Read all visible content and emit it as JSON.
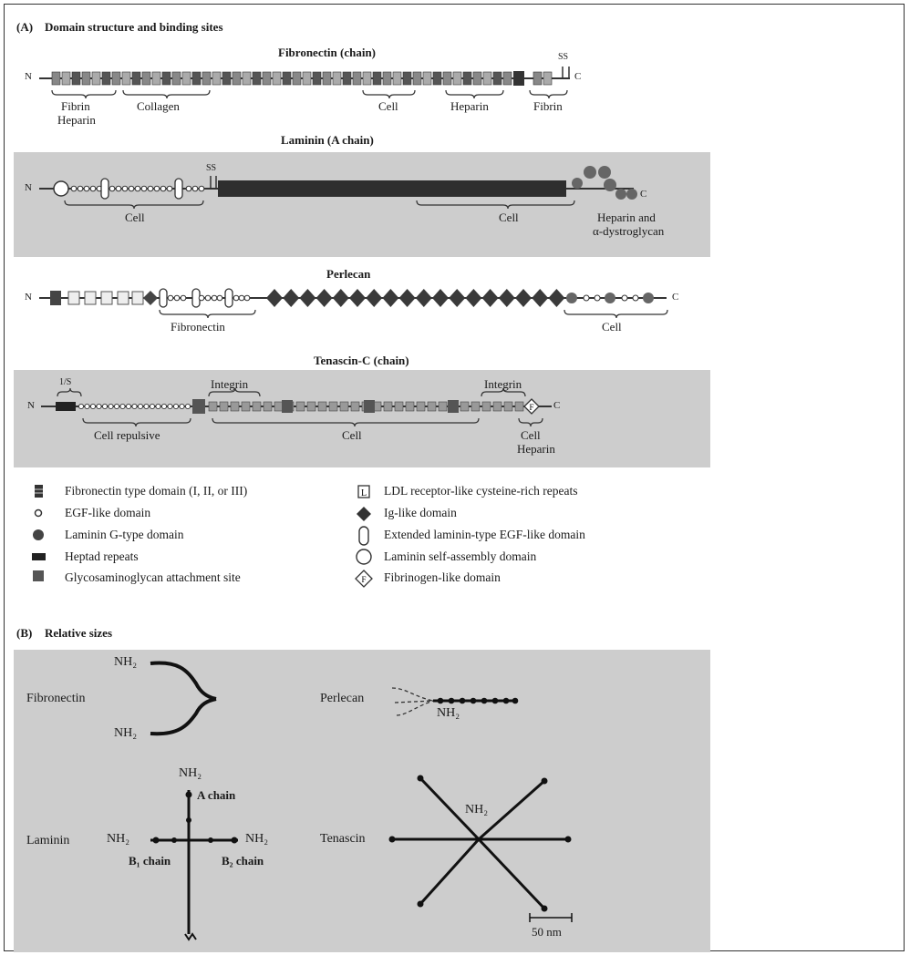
{
  "panel_a": {
    "label": "(A)",
    "title": "Domain structure and binding sites",
    "proteins": [
      {
        "id": "fibronectin",
        "title": "Fibronectin (chain)",
        "n_label": "N",
        "c_label": "C",
        "ss_label": "SS",
        "binding": [
          "Fibrin",
          "Heparin",
          "Collagen",
          "Cell",
          "Heparin",
          "Fibrin"
        ]
      },
      {
        "id": "laminin",
        "title": "Laminin (A chain)",
        "n_label": "N",
        "c_label": "C",
        "ss_label": "SS",
        "binding": [
          "Cell",
          "Cell",
          "Heparin and",
          "α-dystroglycan"
        ]
      },
      {
        "id": "perlecan",
        "title": "Perlecan",
        "n_label": "N",
        "c_label": "C",
        "binding": [
          "Fibronectin",
          "Cell"
        ]
      },
      {
        "id": "tenascin",
        "title": "Tenascin-C (chain)",
        "n_label": "N",
        "c_label": "C",
        "ss_label": "1/S",
        "binding": [
          "Integrin",
          "Integrin",
          "Cell repulsive",
          "Cell",
          "Cell",
          "Heparin"
        ]
      }
    ],
    "legend_left": [
      {
        "icon": "fibronectin-type-domain-icon",
        "label": "Fibronectin type domain (I, II, or III)"
      },
      {
        "icon": "egf-like-domain-icon",
        "label": "EGF-like domain"
      },
      {
        "icon": "laminin-g-type-domain-icon",
        "label": "Laminin G-type domain"
      },
      {
        "icon": "heptad-repeats-icon",
        "label": "Heptad repeats"
      },
      {
        "icon": "gag-attachment-site-icon",
        "label": "Glycosaminoglycan attachment site"
      }
    ],
    "legend_right": [
      {
        "icon": "ldl-receptor-repeat-icon",
        "label": "LDL receptor-like cysteine-rich repeats",
        "glyph": "L"
      },
      {
        "icon": "ig-like-domain-icon",
        "label": "Ig-like domain"
      },
      {
        "icon": "extended-laminin-egf-icon",
        "label": "Extended laminin-type EGF-like domain"
      },
      {
        "icon": "laminin-self-assembly-icon",
        "label": "Laminin self-assembly domain"
      },
      {
        "icon": "fibrinogen-like-domain-icon",
        "label": "Fibrinogen-like domain",
        "glyph": "F"
      }
    ]
  },
  "panel_b": {
    "label": "(B)",
    "title": "Relative sizes",
    "fibronectin": {
      "name": "Fibronectin",
      "nh2_top": "NH₂",
      "nh2_bottom": "NH₂"
    },
    "perlecan": {
      "name": "Perlecan",
      "nh2": "NH₂"
    },
    "laminin": {
      "name": "Laminin",
      "nh2_top": "NH₂",
      "a_chain": "A chain",
      "nh2_left": "NH₂",
      "nh2_right": "NH₂",
      "b1_chain": "B₁ chain",
      "b2_chain": "B₂ chain"
    },
    "tenascin": {
      "name": "Tenascin",
      "nh2": "NH₂"
    },
    "scale_bar": "50 nm"
  }
}
